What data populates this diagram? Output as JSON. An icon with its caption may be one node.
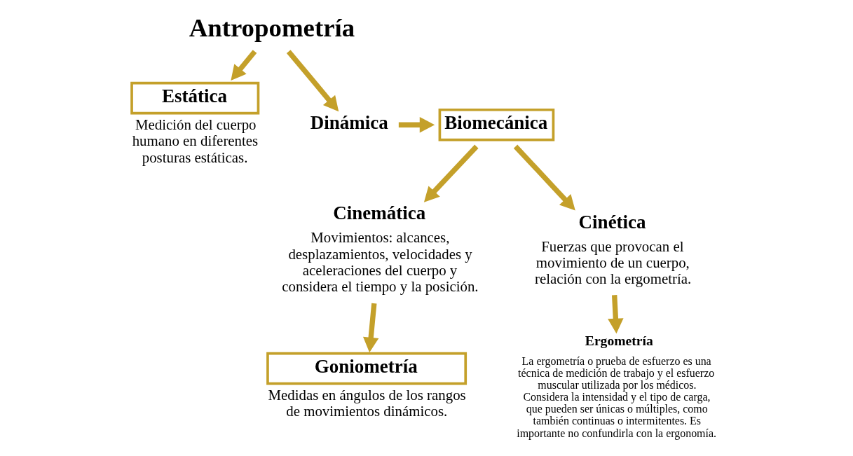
{
  "diagram": {
    "nodes": [
      {
        "text": [
          "Antropometría"
        ]
      },
      {
        "text": [
          "Estática",
          "Medición del cuerpo humano en diferentes posturas estáticas."
        ]
      },
      {
        "text": [
          "Dinámica"
        ]
      },
      {
        "text": [
          "Biomecánica"
        ]
      },
      {
        "text": [
          "Cinemática",
          "Movimientos: alcances, desplazamientos, velocidades y aceleraciones del cuerpo y considera el tiempo y la posición."
        ]
      },
      {
        "text": [
          "Cinética",
          "Fuerzas que provocan el movimiento de un cuerpo, relación con la ergometría."
        ]
      },
      {
        "text": [
          "Goniometría",
          "Medidas en ángulos de los rangos de movimientos dinámicos."
        ]
      },
      {
        "text": [
          "Ergometría",
          "La ergometría o prueba de esfuerzo es una técnica de medición de trabajo y el esfuerzo muscular utilizada por los médicos. Considera la intensidad y el tipo de carga, que pueden ser únicas o múltiples, como también continuas o intermitentes. Es importante no confundirla con la ergonomía."
        ]
      }
    ],
    "edges": [
      {
        "from": 0,
        "to": 1,
        "arrow": "to"
      },
      {
        "from": 0,
        "to": 2,
        "arrow": "to"
      },
      {
        "from": 2,
        "to": 3,
        "arrow": "to"
      },
      {
        "from": 3,
        "to": 4,
        "arrow": "to"
      },
      {
        "from": 3,
        "to": 5,
        "arrow": "to"
      },
      {
        "from": 4,
        "to": 6,
        "arrow": "to"
      },
      {
        "from": 5,
        "to": 7,
        "arrow": "to"
      }
    ]
  }
}
